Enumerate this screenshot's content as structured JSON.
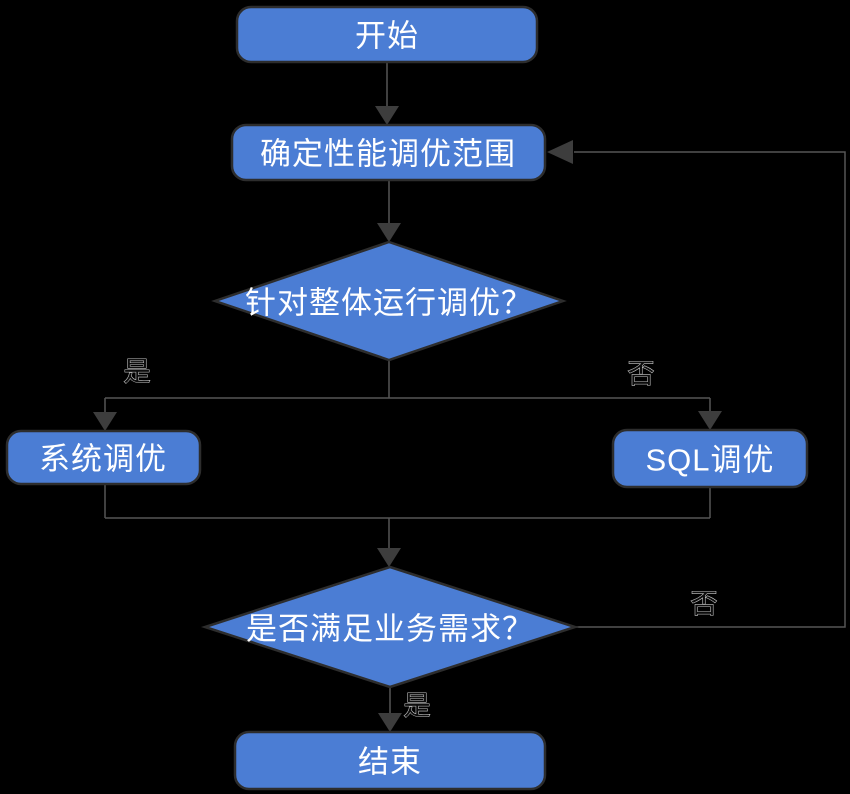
{
  "diagram": {
    "type": "flowchart",
    "background_color": "#000000",
    "palette": {
      "node_fill": "#4b7dd4",
      "node_border": "#2d2d2d",
      "node_text": "#ffffff",
      "edge_line": "#565656",
      "arrowhead": "#3d3d3d",
      "edge_label_fill": "#0c0c0c",
      "edge_label_outline": "#c9c9c9"
    },
    "nodes": {
      "start": {
        "type": "terminator",
        "label": "开始"
      },
      "scope": {
        "type": "process",
        "label": "确定性能调优范围"
      },
      "decision_overall": {
        "type": "decision",
        "label": "针对整体运行调优？"
      },
      "system_tuning": {
        "type": "process",
        "label": "系统调优"
      },
      "sql_tuning": {
        "type": "process",
        "label": "SQL调优"
      },
      "decision_business": {
        "type": "decision",
        "label": "是否满足业务需求？"
      },
      "end": {
        "type": "terminator",
        "label": "结束"
      }
    },
    "edge_labels": {
      "overall_yes": "是",
      "overall_no": "否",
      "business_no": "否",
      "business_yes": "是"
    }
  }
}
